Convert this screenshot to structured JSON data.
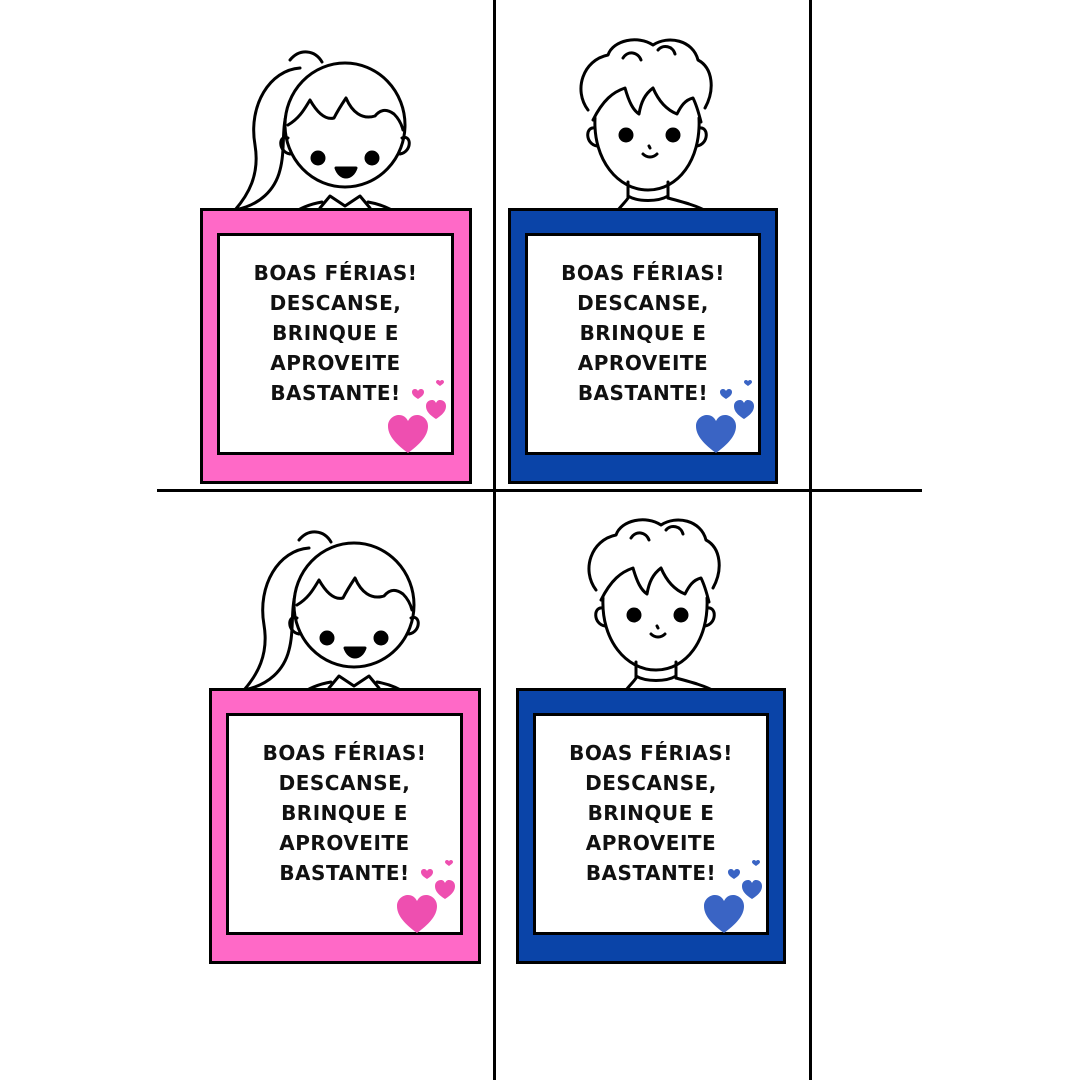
{
  "colors": {
    "pink_frame": "#ff69c7",
    "blue_frame": "#0a44a8",
    "pink_heart": "#ee4fb0",
    "blue_heart": "#3a64c4",
    "cut_lines": "#000000"
  },
  "cards": [
    {
      "character": "girl",
      "frame_color": "pink",
      "message_lines": [
        "BOAS FÉRIAS!",
        "DESCANSE,",
        "BRINQUE E",
        "APROVEITE",
        "BASTANTE!"
      ]
    },
    {
      "character": "boy",
      "frame_color": "blue",
      "message_lines": [
        "BOAS FÉRIAS!",
        "DESCANSE,",
        "BRINQUE E",
        "APROVEITE",
        "BASTANTE!"
      ]
    },
    {
      "character": "girl",
      "frame_color": "pink",
      "message_lines": [
        "BOAS FÉRIAS!",
        "DESCANSE,",
        "BRINQUE E",
        "APROVEITE",
        "BASTANTE!"
      ]
    },
    {
      "character": "boy",
      "frame_color": "blue",
      "message_lines": [
        "BOAS FÉRIAS!",
        "DESCANSE,",
        "BRINQUE E",
        "APROVEITE",
        "BASTANTE!"
      ]
    }
  ]
}
